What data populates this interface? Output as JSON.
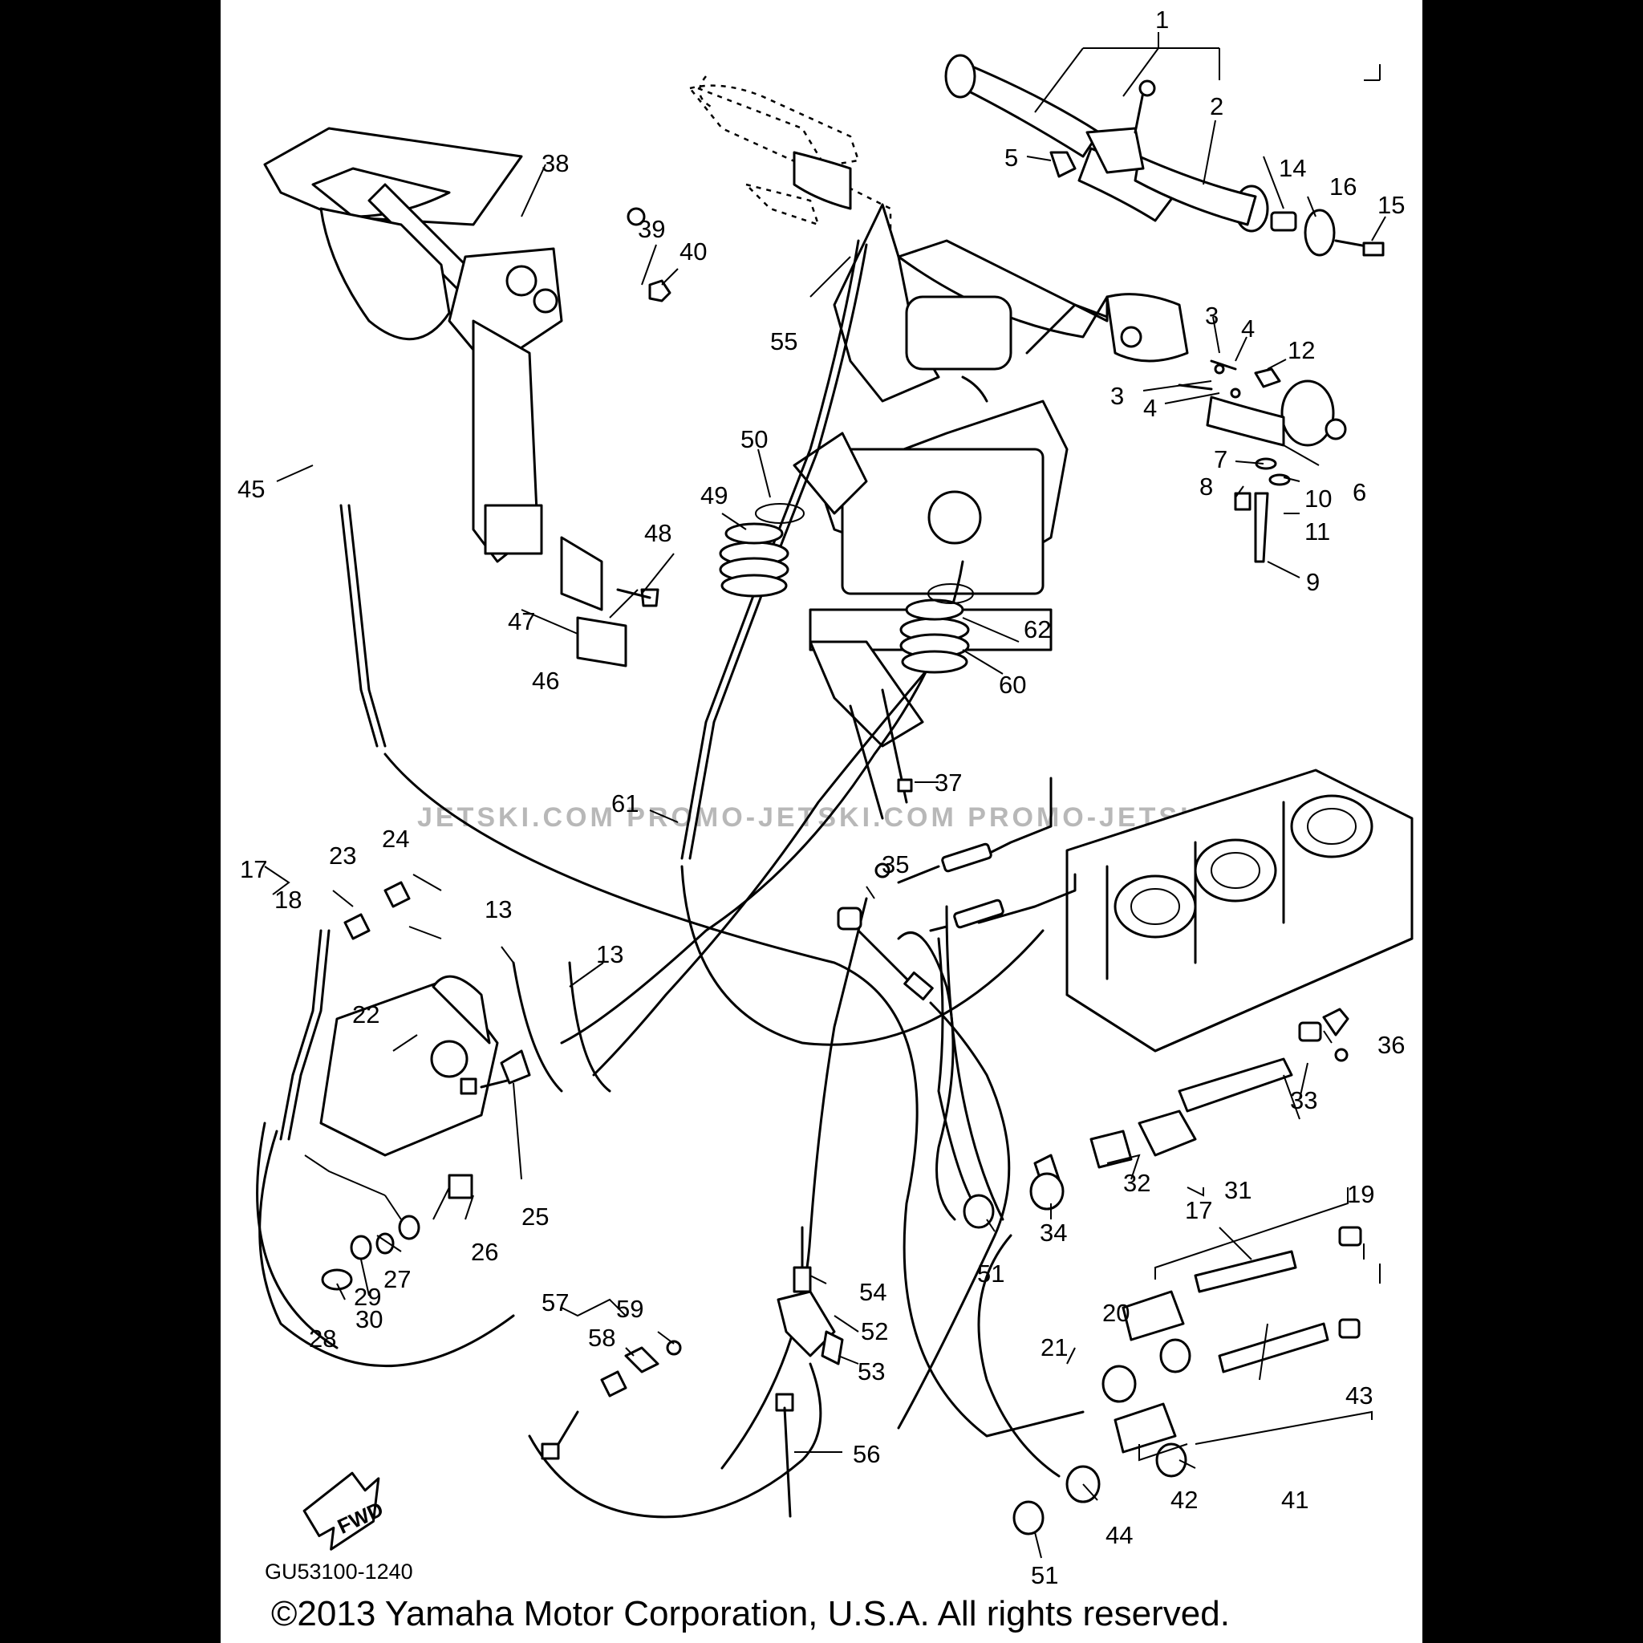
{
  "diagram": {
    "part_code": "GU53100-1240",
    "copyright": "©2013 Yamaha Motor Corporation, U.S.A. All rights reserved.",
    "direction_label": "FWD",
    "watermark": "JETSKI.COM   PROMO-JETSKI.COM   PROMO-JETSKI.COM",
    "callouts": [
      "1",
      "2",
      "3",
      "3",
      "4",
      "4",
      "5",
      "6",
      "7",
      "8",
      "9",
      "10",
      "11",
      "12",
      "13",
      "13",
      "14",
      "15",
      "16",
      "17",
      "17",
      "18",
      "19",
      "20",
      "21",
      "22",
      "23",
      "24",
      "25",
      "26",
      "27",
      "28",
      "29",
      "30",
      "31",
      "32",
      "33",
      "34",
      "35",
      "36",
      "37",
      "38",
      "39",
      "40",
      "41",
      "42",
      "43",
      "44",
      "45",
      "46",
      "47",
      "48",
      "49",
      "50",
      "51",
      "51",
      "52",
      "53",
      "54",
      "55",
      "56",
      "57",
      "58",
      "59",
      "60",
      "61",
      "62"
    ]
  }
}
